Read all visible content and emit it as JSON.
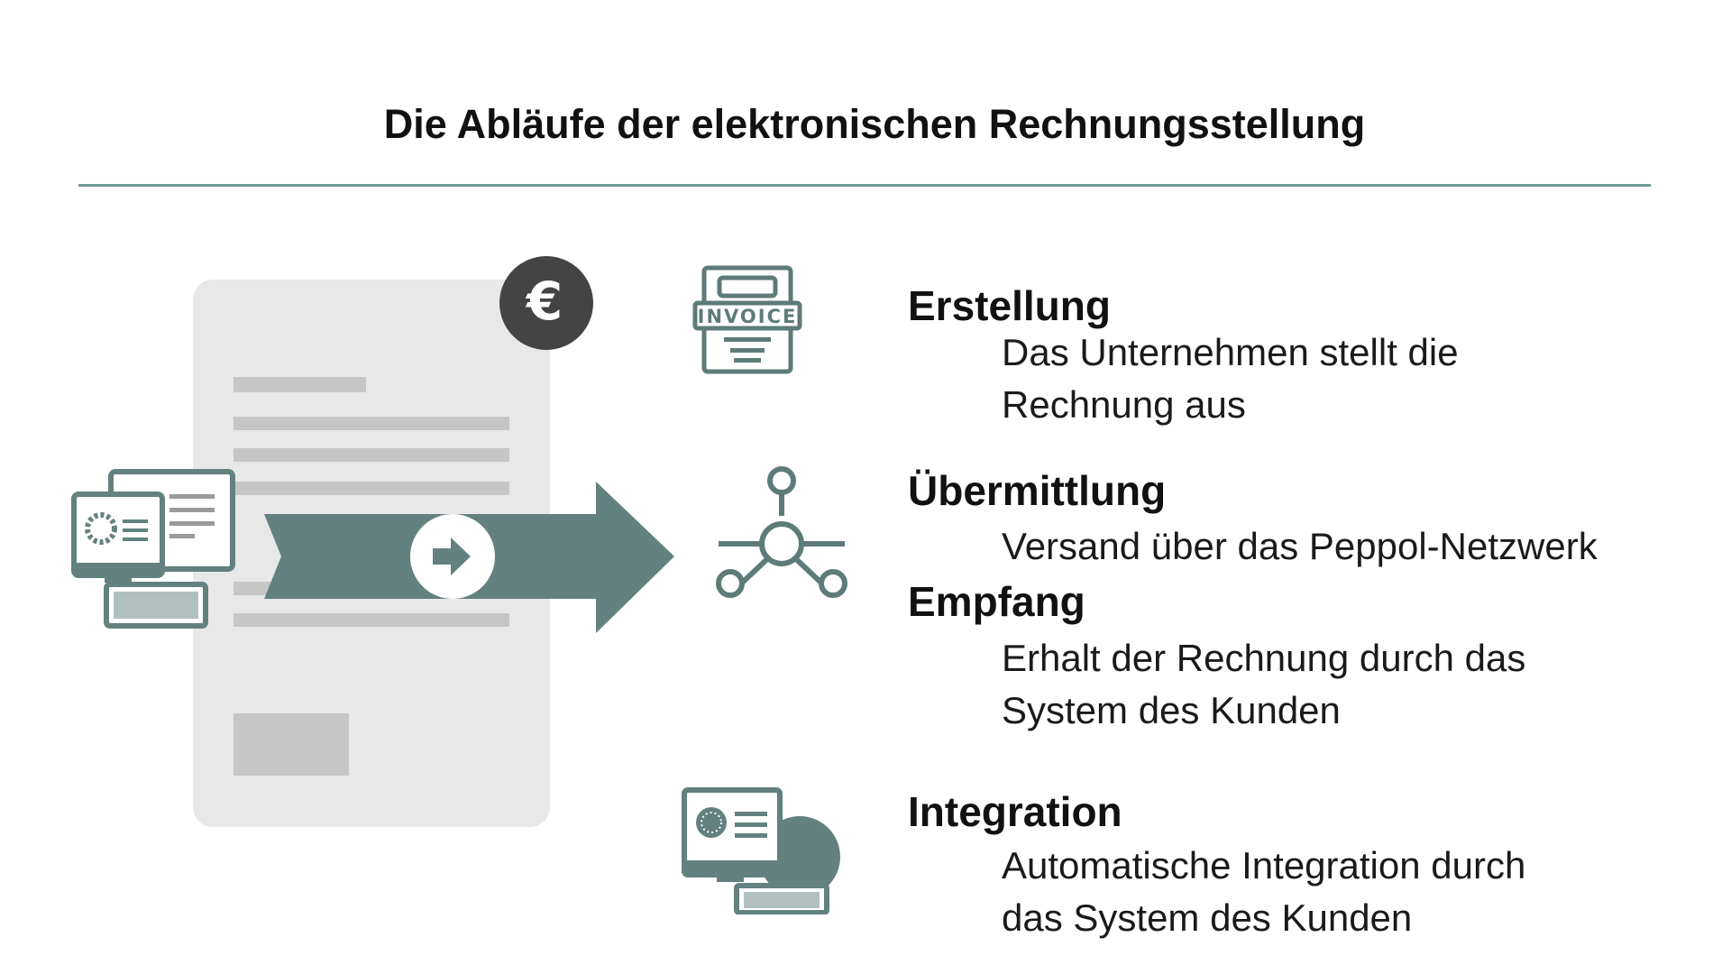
{
  "title": "Die Abläufe der elektronischen Rechnungsstellung",
  "colors": {
    "accent": "#62817f",
    "rule": "#6d9995",
    "euro_badge": "#444444",
    "document": "#e8e8e8"
  },
  "illustration": {
    "euro_symbol": "€",
    "invoice_label": "INVOICE",
    "icons": [
      "document-icon",
      "euro-icon",
      "computers-icon",
      "arrow-right-icon",
      "invoice-icon",
      "network-icon",
      "integration-computer-icon"
    ]
  },
  "steps": [
    {
      "heading": "Erstellung",
      "lines": [
        "Das Unternehmen stellt die",
        "Rechnung aus"
      ]
    },
    {
      "heading": "Übermittlung",
      "lines": [
        "Versand über das Peppol-Netzwerk"
      ]
    },
    {
      "heading": "Empfang",
      "lines": [
        "Erhalt der Rechnung durch das",
        "System des Kunden"
      ]
    },
    {
      "heading": "Integration",
      "lines": [
        "Automatische Integration durch",
        "das System des Kunden"
      ]
    }
  ]
}
